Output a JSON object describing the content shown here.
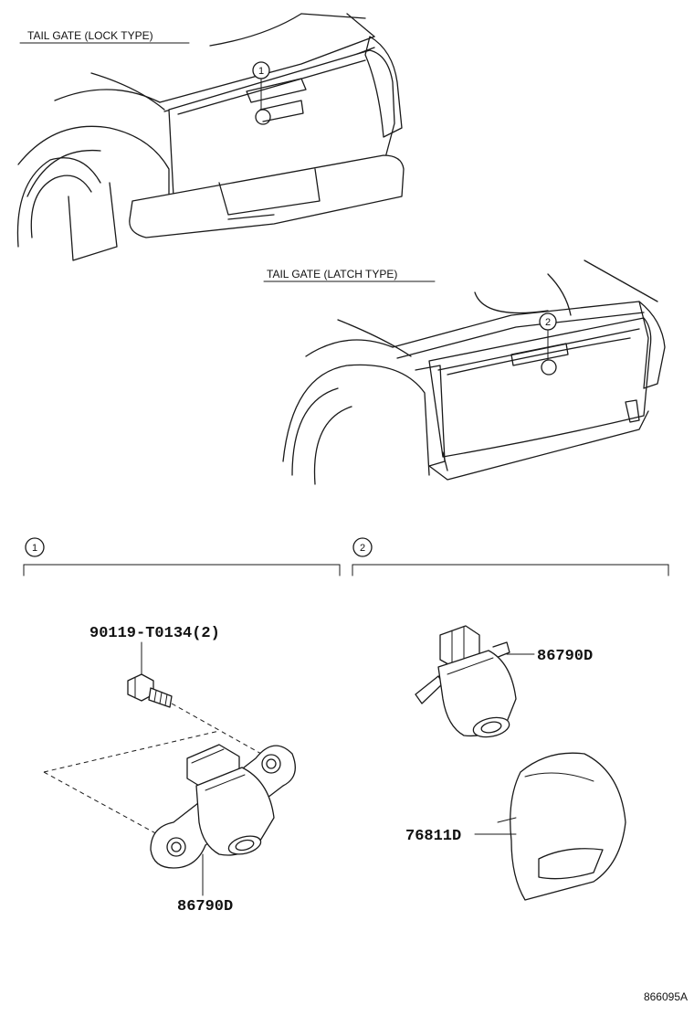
{
  "captions": {
    "lock_type": "TAIL GATE (LOCK TYPE)",
    "latch_type": "TAIL GATE (LATCH TYPE)"
  },
  "callouts": {
    "one": "1",
    "two": "2"
  },
  "sections": {
    "one": "1",
    "two": "2"
  },
  "parts": {
    "bolt": "90119-T0134(2)",
    "camera_lock": "86790D",
    "camera_latch": "86790D",
    "cover": "76811D"
  },
  "diagram_id": "866095A"
}
